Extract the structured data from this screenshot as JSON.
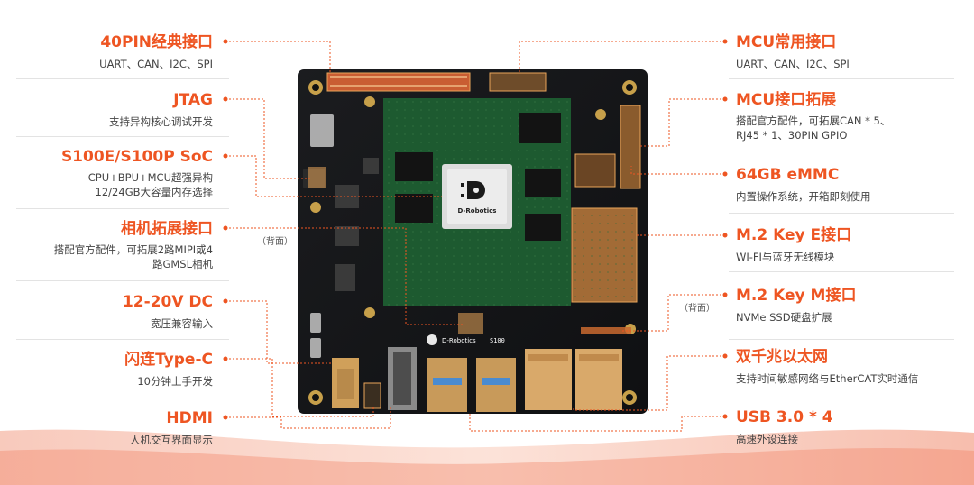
{
  "left_labels": [
    {
      "id": "40pin",
      "title": "40PIN经典接口",
      "desc": [
        "UART、CAN、I2C、SPI"
      ]
    },
    {
      "id": "jtag",
      "title": "JTAG",
      "desc": [
        "支持异构核心调试开发"
      ]
    },
    {
      "id": "soc",
      "title": "S100E/S100P SoC",
      "desc": [
        "CPU+BPU+MCU超强异构",
        "12/24GB大容量内存选择"
      ]
    },
    {
      "id": "camera",
      "title": "相机拓展接口",
      "desc": [
        "搭配官方配件，可拓展2路MIPI或4",
        "路GMSL相机"
      ]
    },
    {
      "id": "power",
      "title": "12-20V DC",
      "desc": [
        "宽压兼容输入"
      ]
    },
    {
      "id": "typec",
      "title": "闪连Type-C",
      "desc": [
        "10分钟上手开发"
      ]
    },
    {
      "id": "hdmi",
      "title": "HDMI",
      "desc": [
        "人机交互界面显示"
      ]
    }
  ],
  "right_labels": [
    {
      "id": "mcu",
      "title": "MCU常用接口",
      "desc": [
        "UART、CAN、I2C、SPI"
      ]
    },
    {
      "id": "mcuext",
      "title": "MCU接口拓展",
      "desc": [
        "搭配官方配件，可拓展CAN * 5、",
        "RJ45 * 1、30PIN GPIO"
      ]
    },
    {
      "id": "emmc",
      "title": "64GB eMMC",
      "desc": [
        "内置操作系统，开箱即刻使用"
      ]
    },
    {
      "id": "m2e",
      "title": "M.2 Key E接口",
      "desc": [
        "WI-FI与蓝牙无线模块"
      ]
    },
    {
      "id": "m2m",
      "title": "M.2 Key M接口",
      "desc": [
        "NVMe SSD硬盘扩展"
      ]
    },
    {
      "id": "ethernet",
      "title": "双千兆以太网",
      "desc": [
        "支持时间敏感网络与EtherCAT实时通信"
      ]
    },
    {
      "id": "usb",
      "title": "USB 3.0 * 4",
      "desc": [
        "高速外设连接"
      ]
    }
  ],
  "notes": {
    "back_left": "（背面）",
    "back_right": "（背面）"
  },
  "board": {
    "chip_brand": "D-Robotics",
    "board_brand": "D-Robotics",
    "board_model": "S100"
  },
  "colors": {
    "accent": "#ee5522",
    "pcb": "#141517",
    "highlight": "#e9a55a"
  }
}
